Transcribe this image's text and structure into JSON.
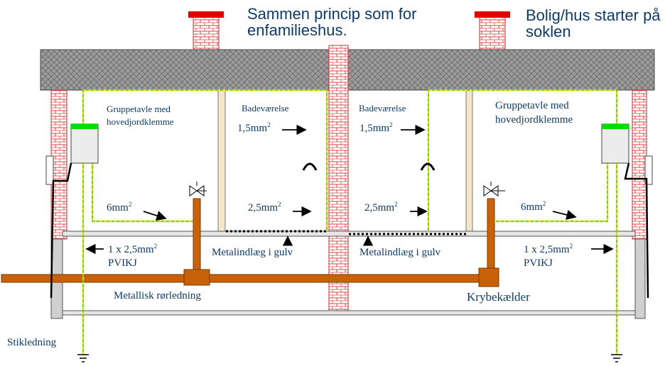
{
  "title_center": "Sammen princip som for enfamilieshus.",
  "title_right": "Bolig/hus starter på soklen",
  "panel_left": "Gruppetavle med hovedjordklemme",
  "panel_right": "Gruppetavle med hovedjordklemme",
  "bath_left": "Badeværelse",
  "bath_right": "Badeværelse",
  "wire_15": "1,5mm",
  "wire_25": "2,5mm",
  "wire_6": "6mm",
  "sup_2": "2",
  "cable_qty": "1 x 2,5mm",
  "cable_type": "PVIKJ",
  "floor_insert": "Metalindlæg i gulv",
  "metal_pipe": "Metallisk rørledning",
  "crawl_space": "Krybekælder",
  "service_line": "Stikledning",
  "colors": {
    "roof": "#8a8a8a",
    "brick": "#e8a3a3",
    "chimney_cap": "#e00000",
    "pipe": "#c8620a",
    "earth_green": "#7ccd21",
    "earth_yellow": "#f0e000",
    "text": "#0d3b66",
    "wall": "#f5e6c8"
  }
}
